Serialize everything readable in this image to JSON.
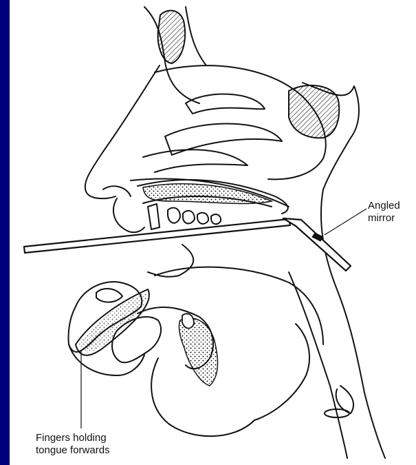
{
  "labels": {
    "mirror": [
      "Angled",
      "mirror"
    ],
    "fingers": [
      "Fingers holding",
      "tongue forwards"
    ]
  },
  "colors": {
    "background": "#00007a",
    "panel": "#ffffff",
    "ink": "#111111"
  }
}
